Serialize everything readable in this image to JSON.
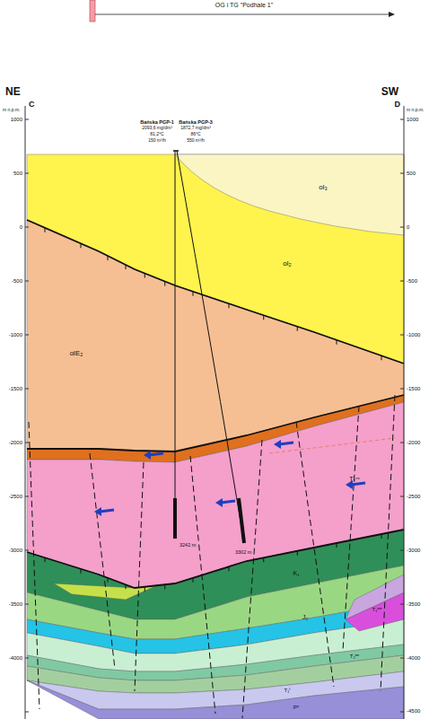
{
  "diagram": {
    "labels": [
      "OG i TG \"Podhale 1\"",
      "NE",
      "SW",
      "C",
      "D",
      "m n.p.m.",
      "m n.p.m.",
      "1000",
      "500",
      "0",
      "-500",
      "-1000",
      "-1500",
      "-2000",
      "-2500",
      "-3000",
      "-3500",
      "-4000",
      "1000",
      "500",
      "0",
      "-500",
      "-1000",
      "-1500",
      "-2000",
      "-2500",
      "-3000",
      "-3500",
      "-4000",
      "-4500",
      "Bańska PGP-1",
      "2093,6 mg/dm³",
      "81,2°C",
      "150 m³/h",
      "Bańska PGP-3",
      "1872,7 mg/dm³",
      "86°C",
      "550 m³/h",
      "3242 m",
      "3302 m",
      "ol₃",
      "ol₂",
      "olE₂",
      "T₂ʳᵒ",
      "K₁",
      "J₂",
      "T₁ʷᵉ",
      "T₂ᵃⁿ",
      "Pᵖ",
      "T₁ᵗ"
    ]
  }
}
